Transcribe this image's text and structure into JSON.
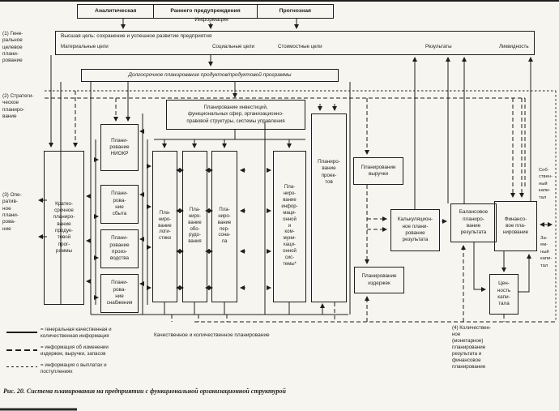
{
  "info": {
    "analytic": "Аналитическая",
    "early_warning": "Раннего предупреждения",
    "forecast": "Прогнозная",
    "label": "Информация"
  },
  "goal": {
    "title": "Высшая цель: сохранение и успешное развитие предприятия",
    "material": "Материальные цели",
    "social": "Социальные цели",
    "cost": "Стоимостные цели",
    "results": "Результаты",
    "liquidity": "Ликвидность"
  },
  "levels": {
    "l1": "(1) Гене-\nральное\nцелевое\nплани-\nрование",
    "l2": "(2) Стратеги-\nческое\nпланиро-\nвание",
    "l3": "(3) Опе-\nратив-\nное\nплани-\nрова-\nние",
    "l4": "(4) Количествен-\nное\n(монетарное)\nпланирование\nрезультата и\nфинансовое\nпланирование"
  },
  "boxes": {
    "longterm": "Долгосрочное планирование продуктов/продуктовой программы",
    "invest": "Планирование инвестиций,\nфункциональных сфер, организационно-\nправовой структуры, системы управления",
    "shortterm": "Кратко-\nсрочное\nпланиро-\nвание\nпродук-\nтовой\nпрог-\nраммы",
    "niokr": "Плани-\nрование\nНИОКР",
    "sales": "Плани-\nрова-\nние\nсбыта",
    "production": "Плани-\nрование\nпроиз-\nводства",
    "procurement": "Плани-\nрова-\nние\nснабжения",
    "logistics": "Пла-\nниро-\nвание\nлоги-\nстики",
    "equipment": "Пла-\nниро-\nвание\nобо-\nрудо-\nвания",
    "personnel": "Пла-\nниро-\nвание\nпер-\nсона-\nла",
    "infocom": "Пла-\nниро-\nвание\nинфор-\nмаци-\nонной\nи\nком-\nмуни-\nкаци-\nонной\nсис-\nтемы*",
    "projects": "Планиро-\nвание\nпроек-\nтов",
    "revenue": "Планирование\nвыручки",
    "calc_result": "Калькуляцион-\nное плани-\nрование\nрезультата",
    "costs": "Планирование\nиздержек",
    "balance_result": "Балансовое\nпланиро-\nвание\nрезультата",
    "financial": "Финансо-\nвое пла-\nнирование",
    "capital_value": "Цен-\nность\nкапи-\nтала"
  },
  "capital": {
    "own": "Соб-\nствен-\nный\nкапи-\nтал",
    "borrowed": "За-\nем-\nный\nкапи-\nтал"
  },
  "sections": {
    "qual_quant": "Качественное и количественное планирование"
  },
  "legend": {
    "solid": "= генеральная качественная и\nколичественная информация",
    "dashed": "= информация об изменении\nиздержек, выручки, запасов",
    "dashdot": "= информация о выплатах и\nпоступлениях"
  },
  "caption": "Рис. 20. Система планирования на предприятии с функциональной организационной структурой"
}
